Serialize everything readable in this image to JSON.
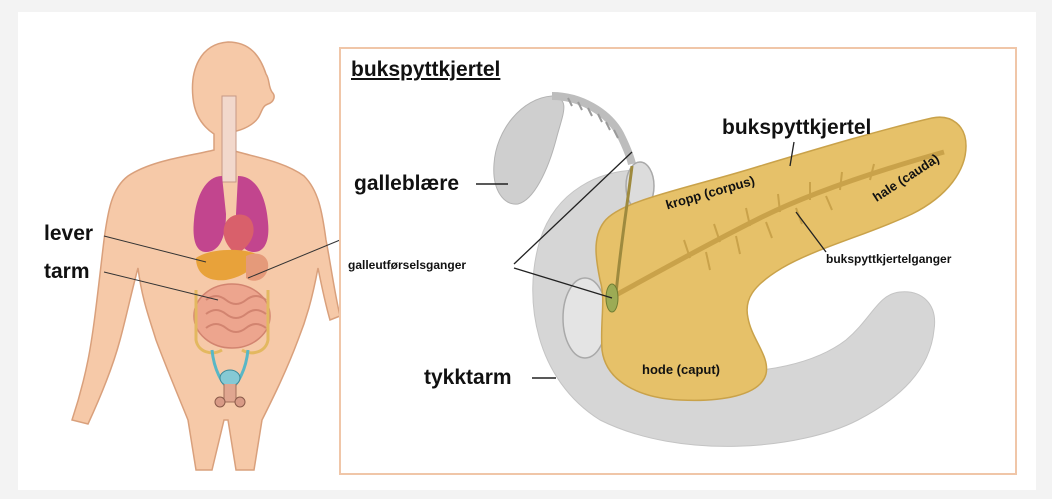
{
  "body_figure": {
    "labels": {
      "lever": "lever",
      "tarm": "tarm"
    }
  },
  "detail": {
    "title": "bukspyttkjertel",
    "labels": {
      "galleblaere": "galleblære",
      "bukspyttkjertel": "bukspyttkjertel",
      "kropp": "kropp (corpus)",
      "hale": "hale (cauda)",
      "galleutforselsganger": "galleutførselsganger",
      "bukspyttkjertelganger": "bukspyttkjertelganger",
      "tykktarm": "tykktarm",
      "hode": "hode (caput)"
    }
  },
  "colors": {
    "skin": "#f6c9a8",
    "skin_outline": "#d9a07c",
    "frame": "#f0c6a8",
    "pancreas": "#e6c169",
    "duct": "#c9a24a",
    "intestine_gray": "#d6d6d6",
    "lungs": "#c2458e",
    "heart": "#d9606b",
    "liver": "#e8a23a"
  }
}
